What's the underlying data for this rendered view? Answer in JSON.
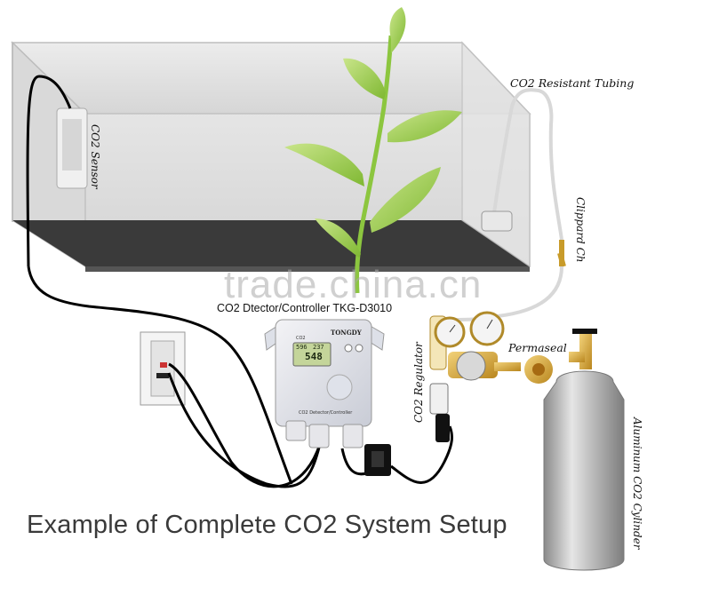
{
  "caption": "Example of Complete CO2 System Setup",
  "watermark": "trade.china.cn",
  "labels": {
    "co2_sensor": "CO2 Sensor",
    "tubing": "CO2 Resistant Tubing",
    "clippard": "Clippard Ch",
    "controller": "CO2 Dtector/Controller TKG-D3010",
    "regulator": "CO2 Regulator",
    "permaseal": "Permaseal",
    "cylinder": "Aluminum CO2 Cylinder"
  },
  "controller": {
    "brand": "TONGDY",
    "display_top": "596",
    "display_top_right": "237",
    "display_main": "548",
    "plate": "CO2 Detector/Controller",
    "screen_tag": "CO2"
  },
  "colors": {
    "tank_glass": "#dcdcdc",
    "tank_floor": "#3a3a3a",
    "leaf": "#9ccc4a",
    "cylinder": "#b8b8b8",
    "cable": "#000000"
  }
}
